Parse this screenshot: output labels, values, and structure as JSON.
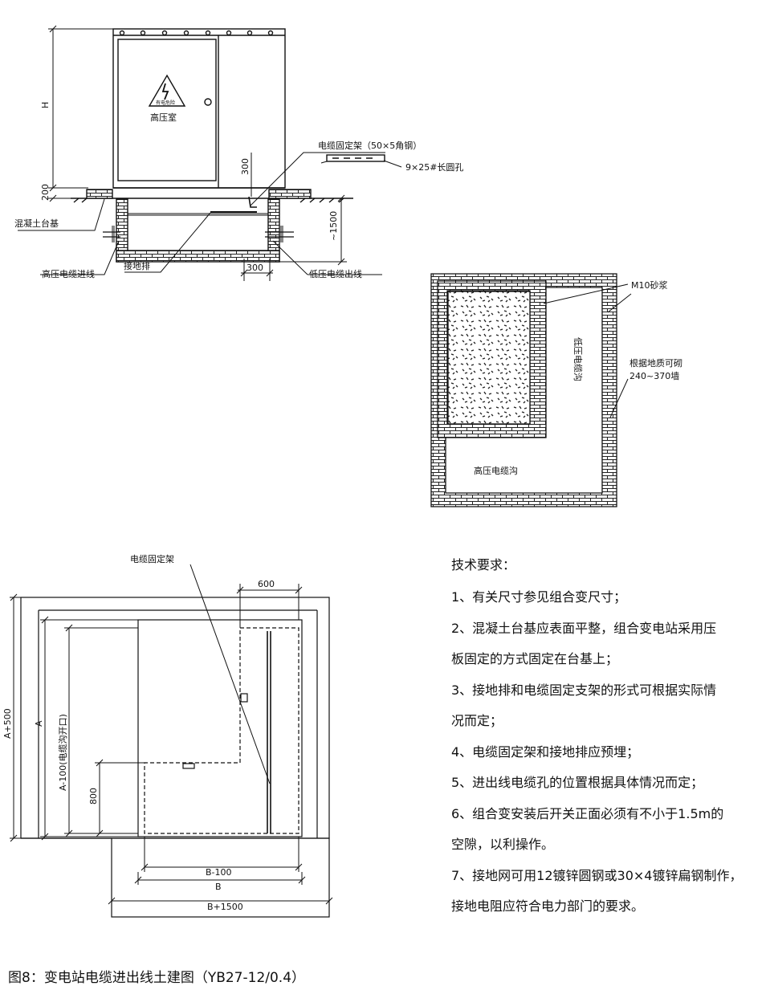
{
  "elevation": {
    "dim_h": "H",
    "dim_200": "200",
    "dim_300_v": "300",
    "dim_1500": "~1500",
    "dim_300_h": "300",
    "door_label": "高压室",
    "warning_text": "有电危险",
    "callout_bracket": "电缆固定架（50×5角钢）",
    "callout_slot": "9×25#长圆孔",
    "label_base": "混凝土台基",
    "label_hv_in": "高压电缆进线",
    "label_ground": "接地排",
    "label_lv_out": "低压电缆出线"
  },
  "trench": {
    "label_mortar": "M10砂浆",
    "label_wall_1": "根据地质可砌",
    "label_wall_2": "240~370墙",
    "label_lv": "低压电缆沟",
    "label_hv": "高压电缆沟"
  },
  "plan": {
    "label_bracket": "电缆固定架",
    "dim_600": "600",
    "dim_a500": "A+500",
    "dim_a": "A",
    "dim_a100": "A-100(电缆沟开口)",
    "dim_800": "800",
    "dim_b100": "B-100",
    "dim_b": "B",
    "dim_b1500": "B+1500"
  },
  "requirements": {
    "title": "技术要求：",
    "lines": [
      "1、有关尺寸参见组合变尺寸；",
      "2、混凝土台基应表面平整，组合变电站采用压",
      "板固定的方式固定在台基上；",
      "3、接地排和电缆固定支架的形式可根据实际情",
      "况而定；",
      "4、电缆固定架和接地排应预埋；",
      "5、进出线电缆孔的位置根据具体情况而定；",
      "6、组合变安装后开关正面必须有不小于1.5m的",
      "空隙，以利操作。",
      "7、接地网可用12镀锌圆钢或30×4镀锌扁钢制作，",
      "接地电阻应符合电力部门的要求。"
    ]
  },
  "caption": "图8：变电站电缆进出线土建图（YB27-12/0.4）"
}
